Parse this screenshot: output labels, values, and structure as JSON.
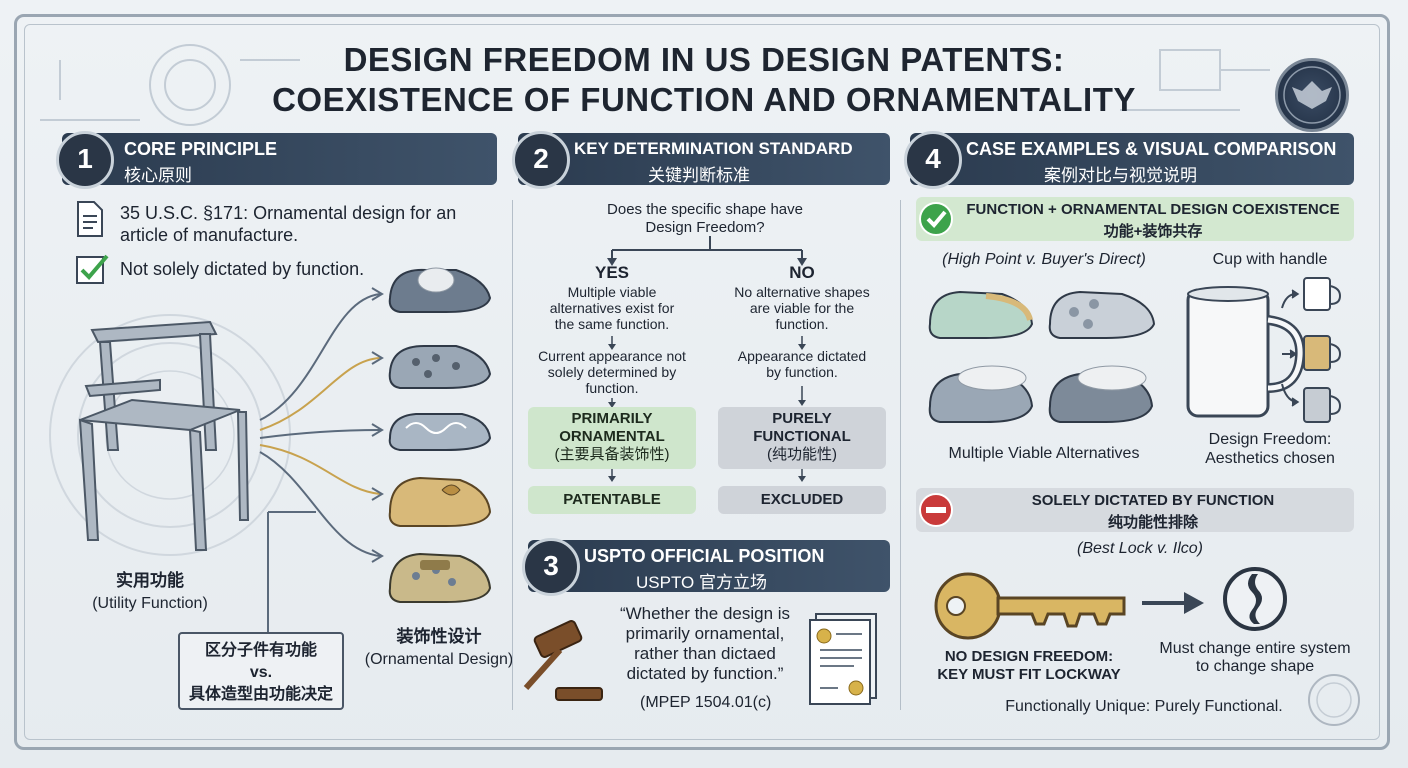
{
  "title": {
    "line1": "DESIGN FREEDOM IN US DESIGN PATENTS:",
    "line2": "COEXISTENCE OF FUNCTION AND ORNAMENTALITY"
  },
  "colors": {
    "header_bg": "#2f4056",
    "green_pill": "#cfe6cc",
    "gray_pill": "#cfd3d9",
    "check_green": "#3da34b",
    "minus_red": "#c93a3a"
  },
  "section1": {
    "number": "1",
    "title_en": "CORE PRINCIPLE",
    "title_cn": "核心原则",
    "statute_ref": "35 U.S.C. §171:",
    "statute_text": "Ornamental design for an",
    "statute_text2": "article of manufacture.",
    "check_text": "Not solely dictated by function.",
    "utility_cn": "实用功能",
    "utility_en": "(Utility Function)",
    "ornamental_cn": "装饰性设计",
    "ornamental_en": "(Ornamental Design)",
    "distinguish_line1": "区分子件有功能",
    "distinguish_line2": "vs.",
    "distinguish_line3": "具体造型由功能决定"
  },
  "section2": {
    "number": "2",
    "title_en": "KEY DETERMINATION STANDARD",
    "title_cn": "关键判断标准",
    "question_line1": "Does the specific shape have",
    "question_line2": "Design Freedom?",
    "yes_label": "YES",
    "yes_desc": [
      "Multiple viable",
      "alternatives exist for",
      "the same function."
    ],
    "yes_result": [
      "Current appearance not",
      "solely determined by",
      "function."
    ],
    "yes_box": [
      "PRIMARILY",
      "ORNAMENTAL",
      "(主要具备装饰性)"
    ],
    "yes_final": "PATENTABLE",
    "no_label": "NO",
    "no_desc": [
      "No alternative shapes",
      "are viable for the",
      "function."
    ],
    "no_result": [
      "Appearance dictated",
      "by function."
    ],
    "no_box": [
      "PURELY",
      "FUNCTIONAL",
      "(纯功能性)"
    ],
    "no_final": "EXCLUDED"
  },
  "section3": {
    "number": "3",
    "title_en": "USPTO OFFICIAL POSITION",
    "title_cn": "USPTO 官方立场",
    "quote": [
      "“Whether the design is",
      "primarily ornamental,",
      "rather than dictaed",
      "dictated by function.”"
    ],
    "citation": "(MPEP 1504.01(c)"
  },
  "section4": {
    "number": "4",
    "title_en": "CASE EXAMPLES & VISUAL COMPARISON",
    "title_cn": "案例对比与视觉说明",
    "coexist_en": "FUNCTION + ORNAMENTAL DESIGN COEXISTENCE",
    "coexist_cn": "功能+装饰共存",
    "case1": "(High Point v. Buyer's Direct)",
    "cup_label": "Cup with handle",
    "alternatives": "Multiple Viable Alternatives",
    "freedom_line1": "Design Freedom:",
    "freedom_line2": "Aesthetics chosen",
    "solely_en": "SOLELY DICTATED BY FUNCTION",
    "solely_cn": "纯功能性排除",
    "case2": "(Best Lock v. Ilco)",
    "key_line1": "NO DESIGN FREEDOM:",
    "key_line2": "KEY MUST FIT LOCKWAY",
    "must_line1": "Must change entire system",
    "must_line2": "to change shape",
    "unique": "Functionally Unique: Purely Functional."
  }
}
